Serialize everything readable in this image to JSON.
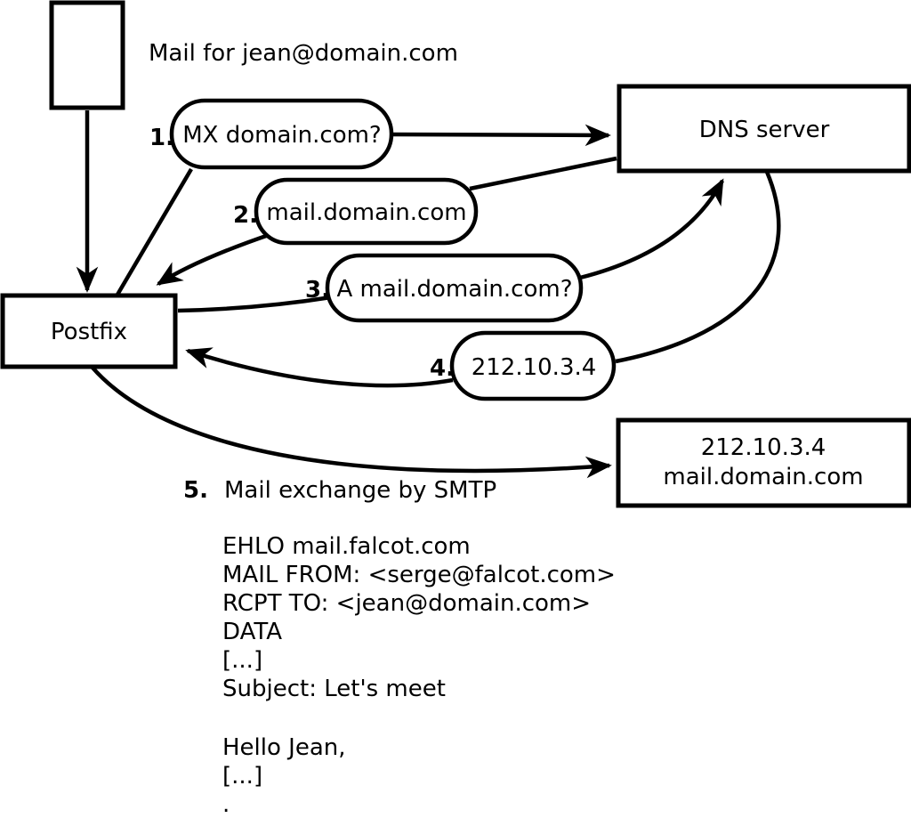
{
  "title": "Mail for jean@domain.com",
  "nodes": {
    "mail_message": {
      "description": "incoming mail message"
    },
    "postfix": {
      "label": "Postfix"
    },
    "dns_server": {
      "label": "DNS server"
    },
    "mail_server": {
      "line1": "212.10.3.4",
      "line2": "mail.domain.com"
    }
  },
  "steps": [
    {
      "number": "1.",
      "label": "MX domain.com?"
    },
    {
      "number": "2.",
      "label": "mail.domain.com"
    },
    {
      "number": "3.",
      "label": "A mail.domain.com?"
    },
    {
      "number": "4.",
      "label": "212.10.3.4"
    },
    {
      "number": "5.",
      "label": "Mail exchange by SMTP"
    }
  ],
  "smtp_session": {
    "lines": [
      "EHLO mail.falcot.com",
      "MAIL FROM: <serge@falcot.com>",
      "RCPT TO: <jean@domain.com>",
      "DATA",
      "[...]",
      "Subject: Let's meet",
      "Hello Jean,",
      "[...]",
      "."
    ]
  },
  "colors": {
    "stroke": "#000000",
    "fill": "#ffffff",
    "background": "#ffffff"
  }
}
